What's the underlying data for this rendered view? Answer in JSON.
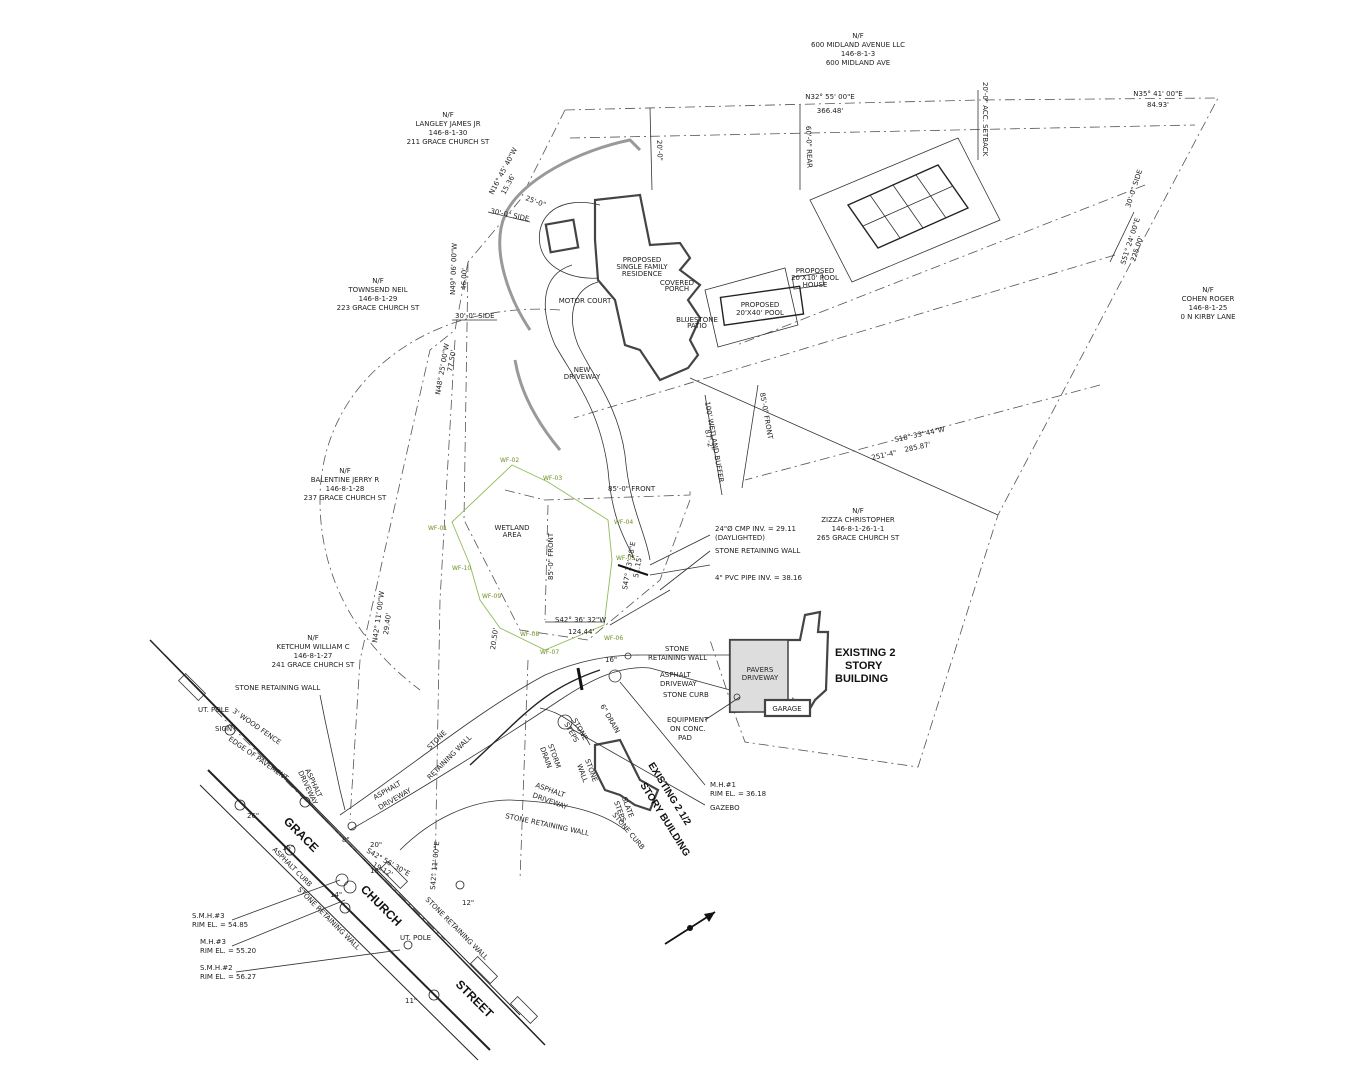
{
  "neighbors": [
    {
      "nf": "N/F",
      "name": "600 MIDLAND AVENUE LLC",
      "lot": "146-8-1-3",
      "addr": "600 MIDLAND AVE"
    },
    {
      "nf": "N/F",
      "name": "LANGLEY JAMES JR",
      "lot": "146-8-1-30",
      "addr": "211 GRACE CHURCH ST"
    },
    {
      "nf": "N/F",
      "name": "TOWNSEND NEIL",
      "lot": "146-8-1-29",
      "addr": "223 GRACE CHURCH ST"
    },
    {
      "nf": "N/F",
      "name": "COHEN ROGER",
      "lot": "146-8-1-25",
      "addr": "0 N KIRBY LANE"
    },
    {
      "nf": "N/F",
      "name": "BALENTINE JERRY R",
      "lot": "146-8-1-28",
      "addr": "237 GRACE CHURCH ST"
    },
    {
      "nf": "N/F",
      "name": "ZIZZA CHRISTOPHER",
      "lot": "146-8-1-26-1-1",
      "addr": "265 GRACE CHURCH ST"
    },
    {
      "nf": "N/F",
      "name": "KETCHUM WILLIAM C",
      "lot": "146-8-1-27",
      "addr": "241 GRACE CHURCH ST"
    }
  ],
  "bearings": {
    "b1": "N32° 55' 00\"E",
    "d1": "366.48'",
    "b2": "N35° 41' 00\"E",
    "d2": "84.93'",
    "b3": "N16° 45' 40\"W",
    "d3": "15.36'",
    "b4": "N49° 06' 00\"W",
    "d4": "46.00'",
    "b5": "N48° 25' 00\"W",
    "d5": "77.50'",
    "b6": "S51° 24' 00\"E",
    "d6": "225.00'",
    "b7": "S18° 33' 44\"W",
    "d7": "285.87'",
    "b8": "S42° 36' 32\"W",
    "d8": "124.44'",
    "b9": "S47° 23' 28\"E",
    "d9": "51.15'",
    "b10": "N42° 11' 00\"W",
    "d10": "29.40'",
    "b11": "S42° 11' 00\"E",
    "d11": "20.50'",
    "b12": "S42° 56' 30\"E",
    "d12": "19.12'"
  },
  "setbacks": {
    "rear": "60'-0\" REAR",
    "side_left": "30'-0\" SIDE",
    "side_left2": "30'-0\" SIDE",
    "side_right": "30'-0\" SIDE",
    "front1": "85'-0\" FRONT",
    "front2": "85'-0\" FRONT",
    "front3": "85'-0\" FRONT",
    "accessory": "20'-0\" ACC. SETBACK",
    "wetland_buffer": "100' WETLAND BUFFER",
    "dim_a": "87'-2\"",
    "dim_b": "251'-4\"",
    "dim_c": "20'-0\"",
    "dim_d": "25'-0\""
  },
  "proposed": {
    "residence": [
      "PROPOSED",
      "SINGLE FAMILY",
      "RESIDENCE"
    ],
    "covered_porch": [
      "COVERED",
      "PORCH"
    ],
    "bluestone_patio": [
      "BLUESTONE",
      "PATIO"
    ],
    "motor_court": "MOTOR COURT",
    "new_driveway": [
      "NEW",
      "DRIVEWAY"
    ],
    "pool": [
      "PROPOSED",
      "20'X40' POOL"
    ],
    "pool_house": [
      "PROPOSED",
      "20'X10' POOL",
      "HOUSE"
    ],
    "wetland_area": [
      "WETLAND",
      "AREA"
    ]
  },
  "wetland_flags": [
    "WF-01",
    "WF-02",
    "WF-03",
    "WF-04",
    "WF-05",
    "WF-06",
    "WF-07",
    "WF-08",
    "WF-09",
    "WF-10"
  ],
  "notes": {
    "cmp": "24\"Ø CMP INV. = 29.11",
    "daylighted": "(DAYLIGHTED)",
    "stone_wall_1": "STONE RETAINING WALL",
    "pvc": "4\" PVC PIPE INV. = 38.16",
    "stone_wall_2": "STONE",
    "stone_wall_2b": "RETAINING WALL",
    "asphalt_dw": "ASPHALT",
    "asphalt_dw_b": "DRIVEWAY",
    "stone_curb": "STONE CURB",
    "equipment": "EQUIPMENT",
    "equipment_b": "ON CONC.",
    "equipment_c": "PAD",
    "mh1": "M.H.#1",
    "mh1_rim": "RIM EL. = 36.18",
    "gazebo": "GAZEBO",
    "pavers": "PAVERS",
    "pavers_b": "DRIVEWAY",
    "garage": "GARAGE",
    "stone_wall_3": "STONE RETAINING WALL",
    "wood_fence": "3' WOOD FENCE",
    "edge_pavement": "EDGE OF PAVEMENT",
    "ut_pole": "UT. POLE",
    "ut_pole2": "UT. POLE",
    "asphalt_curb": "ASPHALT CURB",
    "stone_wall_4": "STONE RETAINING WALL",
    "stone_wall_5": "STONE RETAINING WALL",
    "stone_wall_6": "STONE RETAINING WALL",
    "stone_wall_6b": "STONE",
    "stone_wall_6c": "RETAINING WALL",
    "asphalt_dw2": "ASPHALT",
    "asphalt_dw2b": "DRIVEWAY",
    "asphalt_dw3": "ASPHALT",
    "asphalt_dw3b": "DRIVEWAY",
    "stone_steps": "STONE",
    "stone_steps_b": "STEPS",
    "storm_drain": "STORM",
    "storm_drain_b": "DRAIN",
    "stone_wall_7": "STONE",
    "stone_wall_7b": "WALL",
    "slate_steps": "SLATE",
    "slate_steps_b": "STEPS",
    "stone_curb2": "STONE CURB",
    "drain": "6\" DRAIN",
    "smh3": "S.M.H.#3",
    "smh3_rim": "RIM EL. = 54.85",
    "mh3": "M.H.#3",
    "mh3_rim": "RIM EL. = 55.20",
    "smh2": "S.M.H.#2",
    "smh2_rim": "RIM EL. = 56.27",
    "asphalt_dw4": "ASPHALT",
    "asphalt_dw4b": "DRIVEWAY",
    "sign": "SIGN",
    "t26": "26\"",
    "t15": "15\"",
    "t14": "14\"",
    "t11": "11\"",
    "t12": "12\"",
    "t16": "16\"",
    "t18": "18\"",
    "t20": "20\"",
    "t8": "8\""
  },
  "buildings": {
    "existing2": [
      "EXISTING 2",
      "STORY",
      "BUILDING"
    ],
    "existing25": [
      "EXISTING 2 1/2",
      "STORY BUILDING"
    ]
  },
  "street": {
    "w1": "GRACE",
    "w2": "CHURCH",
    "w3": "STREET"
  }
}
